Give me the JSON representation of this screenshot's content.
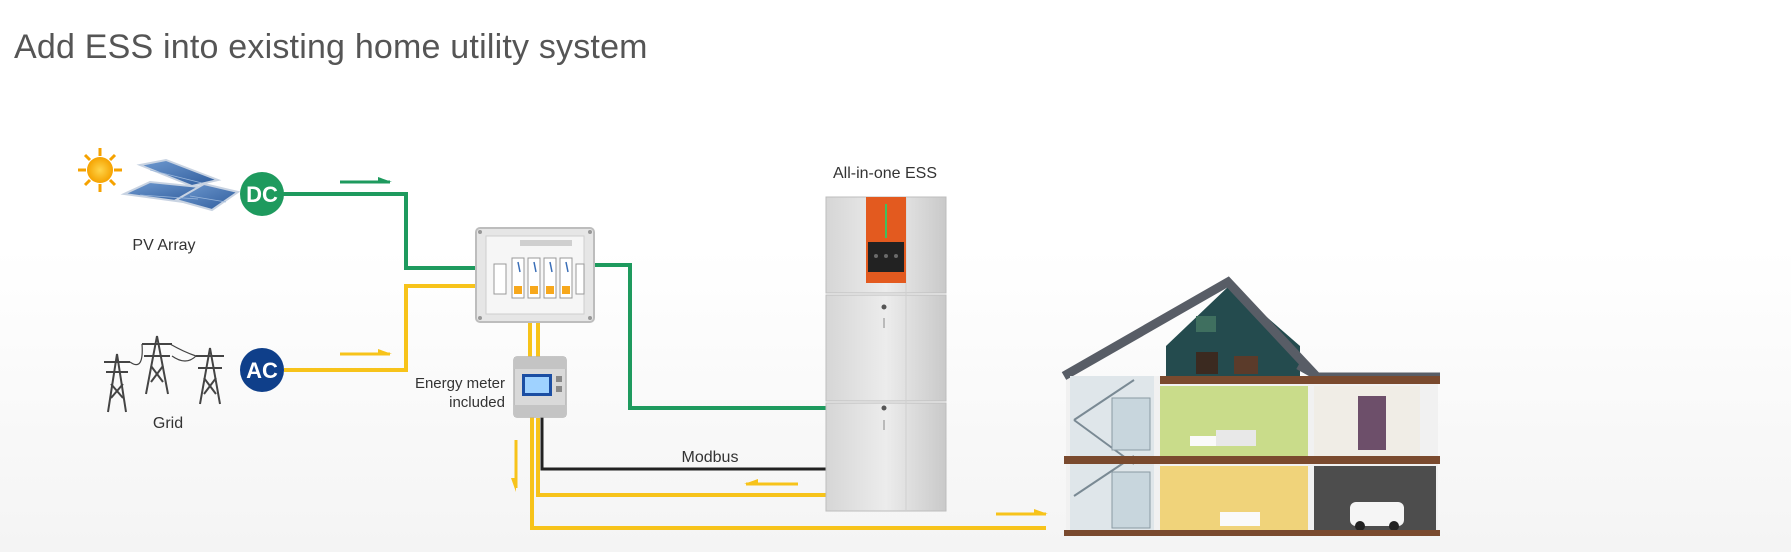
{
  "title": "Add ESS into existing home utility system",
  "labels": {
    "pv_array": "PV Array",
    "grid": "Grid",
    "dc": "DC",
    "ac": "AC",
    "energy_meter_line1": "Energy meter",
    "energy_meter_line2": "included",
    "ess": "All-in-one ESS",
    "modbus": "Modbus"
  },
  "colors": {
    "dc_line": "#1e9a5e",
    "ac_line": "#f7c31a",
    "modbus_line": "#222222",
    "dc_badge": "#1e9a5e",
    "ac_badge": "#0f3f8a"
  }
}
